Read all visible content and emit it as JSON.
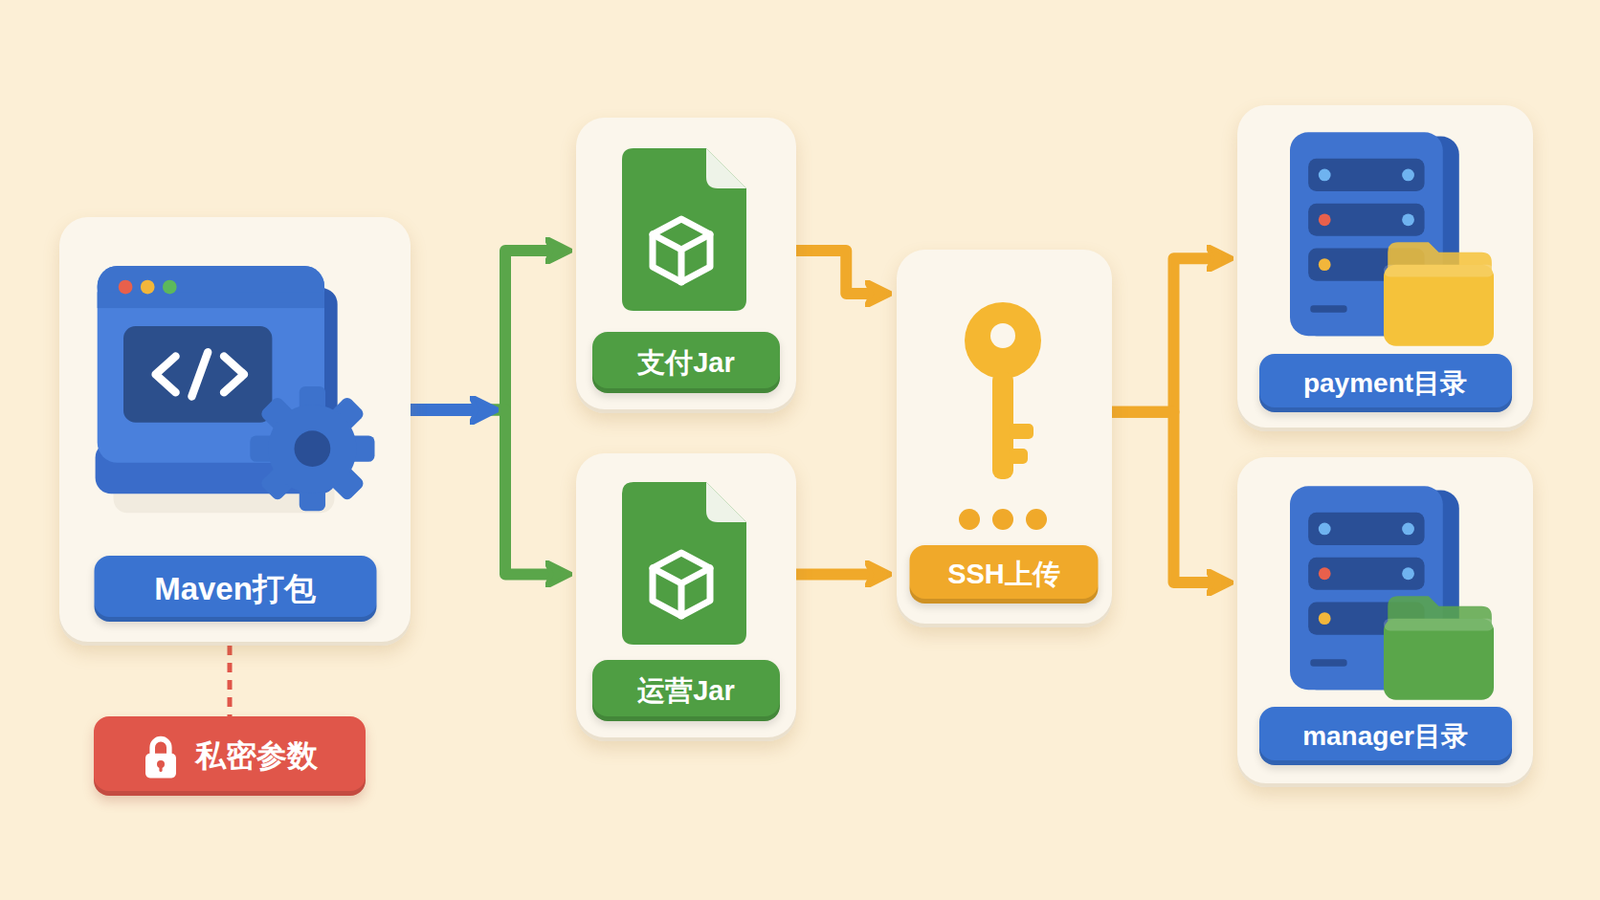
{
  "diagram": {
    "nodes": [
      {
        "text": [
          "Maven打包"
        ]
      },
      {
        "text": [
          "私密参数"
        ]
      },
      {
        "text": [
          "支付Jar"
        ]
      },
      {
        "text": [
          "运营Jar"
        ]
      },
      {
        "text": [
          "SSH上传"
        ]
      },
      {
        "text": [
          "payment目录"
        ]
      },
      {
        "text": [
          "manager目录"
        ]
      }
    ],
    "edges": [
      {
        "from": 0,
        "to": 2,
        "arrow": "to"
      },
      {
        "from": 0,
        "to": 3,
        "arrow": "to"
      },
      {
        "from": 2,
        "to": 4,
        "arrow": "to"
      },
      {
        "from": 3,
        "to": 4,
        "arrow": "to"
      },
      {
        "from": 4,
        "to": 5,
        "arrow": "to"
      },
      {
        "from": 4,
        "to": 6,
        "arrow": "to"
      },
      {
        "from": 0,
        "to": 1,
        "arrow": "none"
      }
    ]
  }
}
